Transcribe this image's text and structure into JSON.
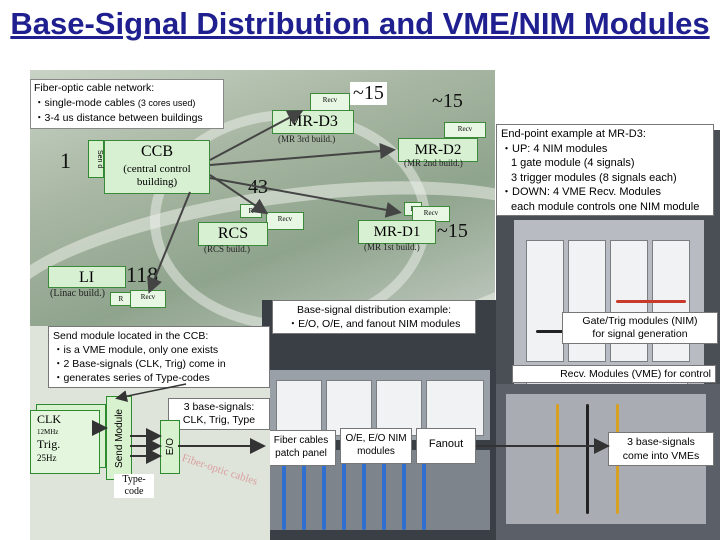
{
  "title": "Base-Signal Distribution and VME/NIM Modules",
  "fiber_box": {
    "heading": "Fiber-optic cable network:",
    "line1_a": "・single-mode cables",
    "line1_b": "(3 cores used)",
    "line2": "・3-4 us distance between buildings"
  },
  "buildings": {
    "ccb": {
      "name": "CCB",
      "desc": "(central control building)",
      "count": "1",
      "send_tag": "Sen d"
    },
    "mrd3": {
      "name": "MR-D3",
      "desc": "(MR 3rd build.)",
      "count": "~15",
      "tag": "Recv"
    },
    "mrd2": {
      "name": "MR-D2",
      "desc": "(MR 2nd build.)",
      "count": "~15",
      "tag": "Recv"
    },
    "rcs": {
      "name": "RCS",
      "desc": "(RCS build.)",
      "count": "43",
      "tag": "Recv",
      "tag_left": "R"
    },
    "mrd1": {
      "name": "MR-D1",
      "desc": "(MR 1st build.)",
      "count": "~15",
      "tag": "Recv",
      "tag_left": "R"
    },
    "li": {
      "name": "LI",
      "desc": "(Linac build.)",
      "count": "118",
      "tag": "Recv",
      "tag_left": "R"
    }
  },
  "endpoint": {
    "l1": "End-point example at MR-D3:",
    "l2": "・UP: 4 NIM modules",
    "l3": "1 gate module (4 signals)",
    "l4": "3 trigger modules (8 signals each)",
    "l5": "・DOWN: 4 VME Recv. Modules",
    "l6": "each module controls one NIM module"
  },
  "send_module_box": {
    "l1": "Send module located in the CCB:",
    "l2": "・is a VME module, only one exists",
    "l3": "・2 Base-signals (CLK, Trig) come in",
    "l4": "・generates series of Type-codes"
  },
  "base_dist_box": {
    "l1": "Base-signal distribution example:",
    "l2": "・E/O, O/E, and fanout NIM modules"
  },
  "three_signals_box": {
    "l1": "3 base-signals:",
    "l2": "CLK, Trig, Type"
  },
  "gate_trig_box": {
    "l1": "Gate/Trig modules (NIM)",
    "l2": "for signal generation"
  },
  "recv_box": {
    "l1": "Recv. Modules (VME) for control"
  },
  "vme_box": {
    "l1": "3 base-signals",
    "l2": "come into VMEs"
  },
  "diagram": {
    "clk": "CLK",
    "clk_freq": "12MHz",
    "trig": "Trig.",
    "trig_freq": "25Hz",
    "send_module": "Send Module",
    "eo": "E/O",
    "type_code_1": "Type-",
    "type_code_2": "code",
    "fiber_label": "Fiber-optic cables"
  },
  "photo_labels": {
    "fiber_patch": "Fiber cables patch panel",
    "oe_eo": "O/E, E/O NIM modules",
    "fanout": "Fanout"
  }
}
